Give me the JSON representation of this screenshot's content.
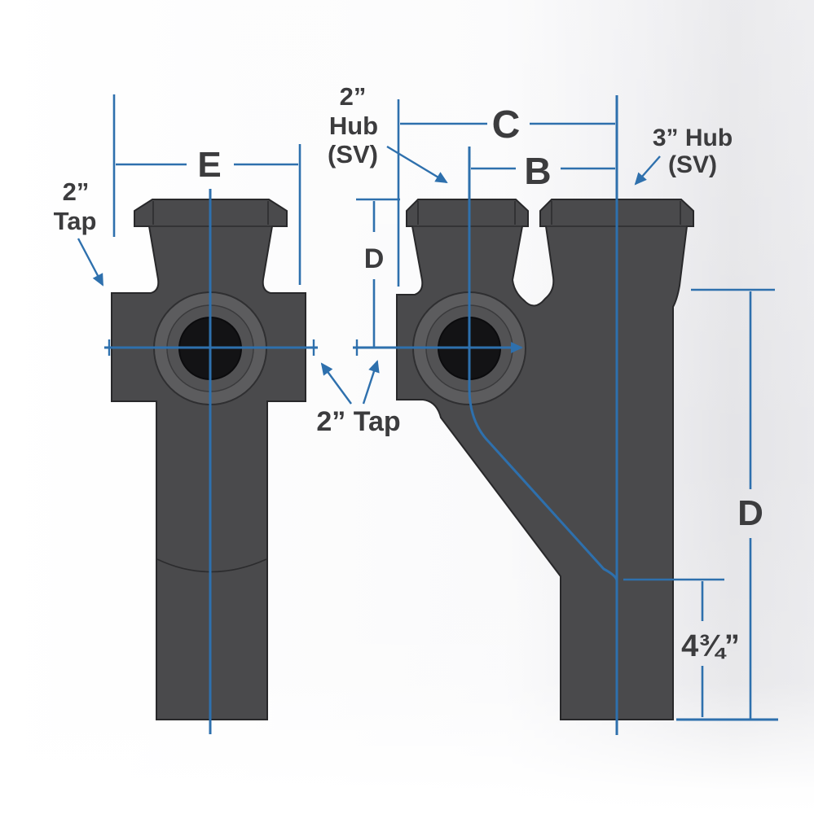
{
  "diagram": {
    "type": "plumbing-fitting-dimension-drawing",
    "views": [
      "front-view-double-tap-tee",
      "side-view-wye-with-hubs"
    ]
  },
  "labels": {
    "tap_left_line1": "2”",
    "tap_left_line2": "Tap",
    "hub2_line1": "2”",
    "hub2_line2": "Hub",
    "hub2_line3": "(SV)",
    "hub3_line1": "3” Hub",
    "hub3_line2": "(SV)",
    "tap_bottom": "2” Tap",
    "dim_e": "E",
    "dim_c": "C",
    "dim_b": "B",
    "dim_d_side": "D",
    "dim_d_right": "D",
    "dim_offset": "4¾”"
  },
  "colors": {
    "dimension_blue": "#2e70ad",
    "body_gray": "#4a4a4c",
    "boss_ring_gray": "#5c5c5e",
    "boss_inner_gray": "#525254",
    "tap_hole_black": "#131315",
    "outline_dark": "#28282a",
    "text_gray": "#3c3c3e",
    "background_band_gray": "#e4e4e7"
  }
}
